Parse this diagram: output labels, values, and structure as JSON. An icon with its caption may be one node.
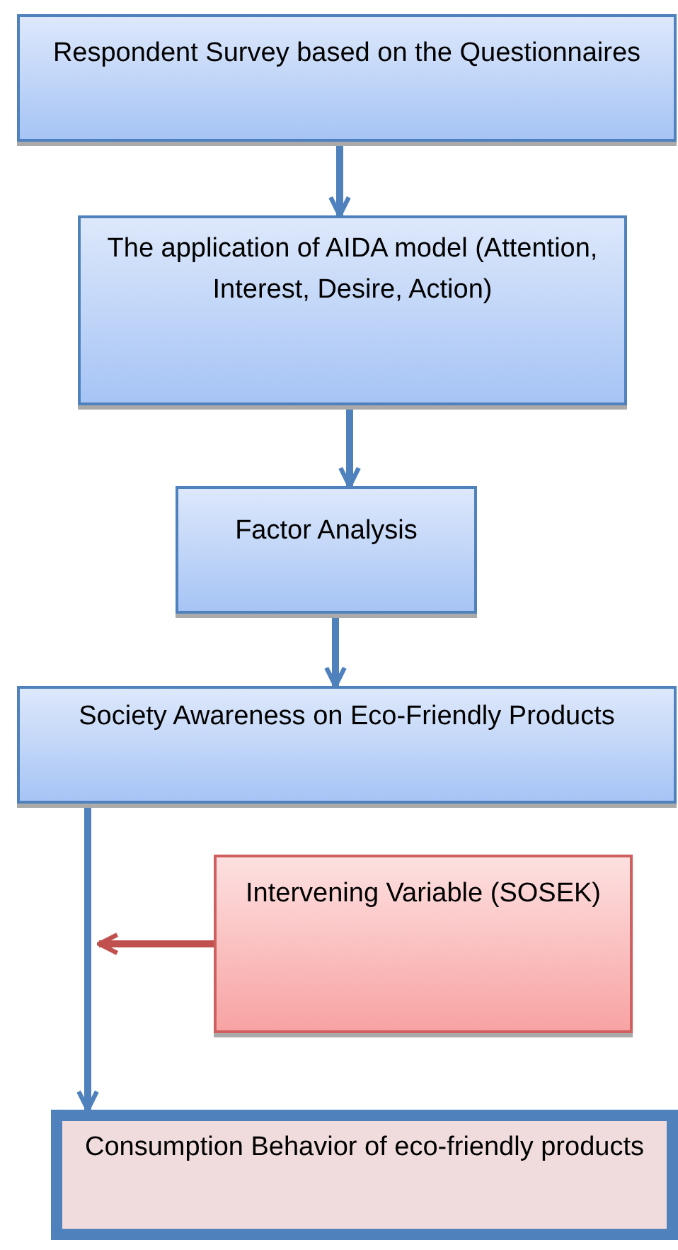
{
  "diagram": {
    "nodes": [
      {
        "text": [
          "Respondent Survey based on the Questionnaires"
        ]
      },
      {
        "text": [
          "The application of AIDA model (Attention, Interest, Desire, Action)"
        ]
      },
      {
        "text": [
          "Factor Analysis"
        ]
      },
      {
        "text": [
          "Society Awareness on Eco-Friendly Products"
        ]
      },
      {
        "text": [
          "Intervening Variable (SOSEK)"
        ]
      },
      {
        "text": [
          "Consumption Behavior of eco-friendly products"
        ]
      }
    ],
    "edges": [
      {
        "from": 0,
        "to": 1,
        "arrow": "to"
      },
      {
        "from": 1,
        "to": 2,
        "arrow": "to"
      },
      {
        "from": 2,
        "to": 3,
        "arrow": "to"
      },
      {
        "from": 3,
        "to": 5,
        "arrow": "to"
      },
      {
        "from": 4,
        "to": null,
        "arrow": "to",
        "color": "#c0504d"
      }
    ]
  }
}
